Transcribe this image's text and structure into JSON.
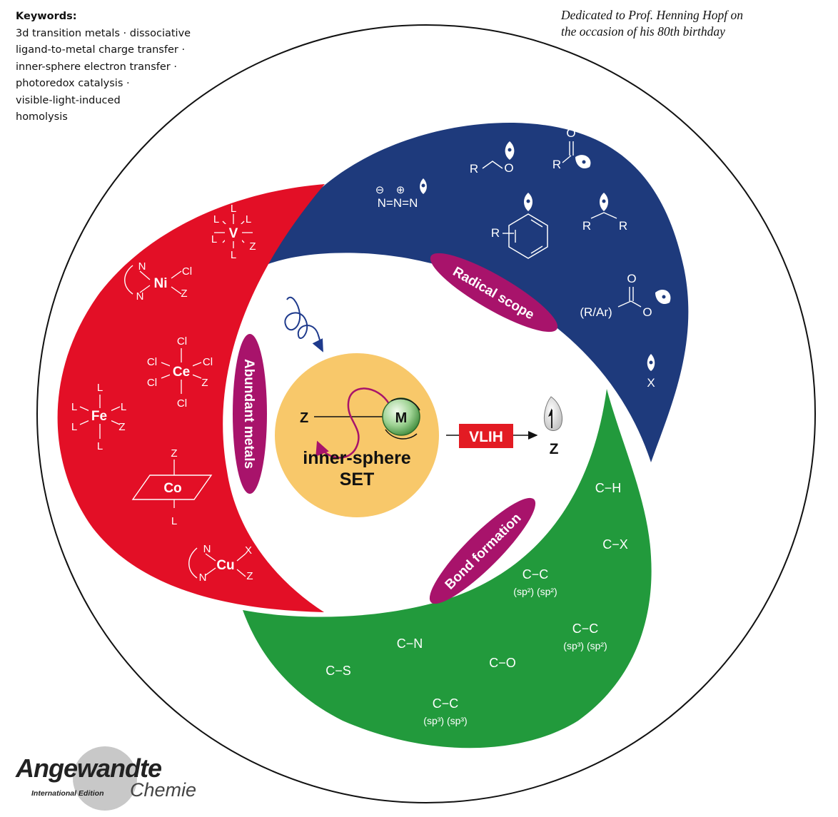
{
  "keywords": {
    "title": "Keywords:",
    "lines": [
      "3d transition metals · dissociative",
      "ligand-to-metal charge transfer ·",
      "inner-sphere electron transfer ·",
      "photoredox catalysis ·",
      "visible-light-induced",
      "homolysis"
    ]
  },
  "dedication": [
    "Dedicated to Prof. Henning Hopf on",
    "the occasion of his 80th birthday"
  ],
  "logo": {
    "name": "Angewandte",
    "edition": "International Edition",
    "sub": "Chemie"
  },
  "colors": {
    "red": "#e30f26",
    "blue": "#1e3a7c",
    "green": "#229a3c",
    "magenta": "#a8136b",
    "center": "#f8c86a",
    "vlih": "#e31b23"
  },
  "labels": {
    "abundant": "Abundant metals",
    "radical": "Radical scope",
    "bond": "Bond formation"
  },
  "center": {
    "z": "Z",
    "m": "M",
    "line1": "inner-sphere",
    "line2": "SET"
  },
  "vlih": {
    "label": "VLIH",
    "product": "Z"
  },
  "metals": {
    "v": {
      "center": "V",
      "l": "L",
      "z": "Z"
    },
    "ni": {
      "center": "Ni",
      "n": "N",
      "cl": "Cl",
      "z": "Z"
    },
    "ce": {
      "center": "Ce",
      "cl": "Cl",
      "z": "Z"
    },
    "fe": {
      "center": "Fe",
      "l": "L",
      "z": "Z"
    },
    "co": {
      "center": "Co",
      "z": "Z",
      "l": "L"
    },
    "cu": {
      "center": "Cu",
      "n": "N",
      "x": "X",
      "z": "Z"
    }
  },
  "radicals": {
    "azide": {
      "minus": "⊖",
      "plus": "⊕",
      "formula": "N=N=N"
    },
    "alkoxy": {
      "r": "R",
      "o": "O"
    },
    "acyl": {
      "o": "O",
      "r": "R"
    },
    "aryl": {
      "r": "R"
    },
    "alkyl": {
      "r1": "R",
      "r2": "R"
    },
    "carboxyl": {
      "group": "(R/Ar)",
      "o1": "O",
      "o2": "O"
    },
    "halogen": {
      "x": "X"
    }
  },
  "bonds": [
    {
      "label": "C−H",
      "hyb": ""
    },
    {
      "label": "C−X",
      "hyb": ""
    },
    {
      "label": "C−C",
      "hyb": "(sp²)  (sp²)"
    },
    {
      "label": "C−C",
      "hyb": "(sp³)  (sp²)"
    },
    {
      "label": "C−N",
      "hyb": ""
    },
    {
      "label": "C−O",
      "hyb": ""
    },
    {
      "label": "C−S",
      "hyb": ""
    },
    {
      "label": "C−C",
      "hyb": "(sp³)  (sp³)"
    }
  ]
}
